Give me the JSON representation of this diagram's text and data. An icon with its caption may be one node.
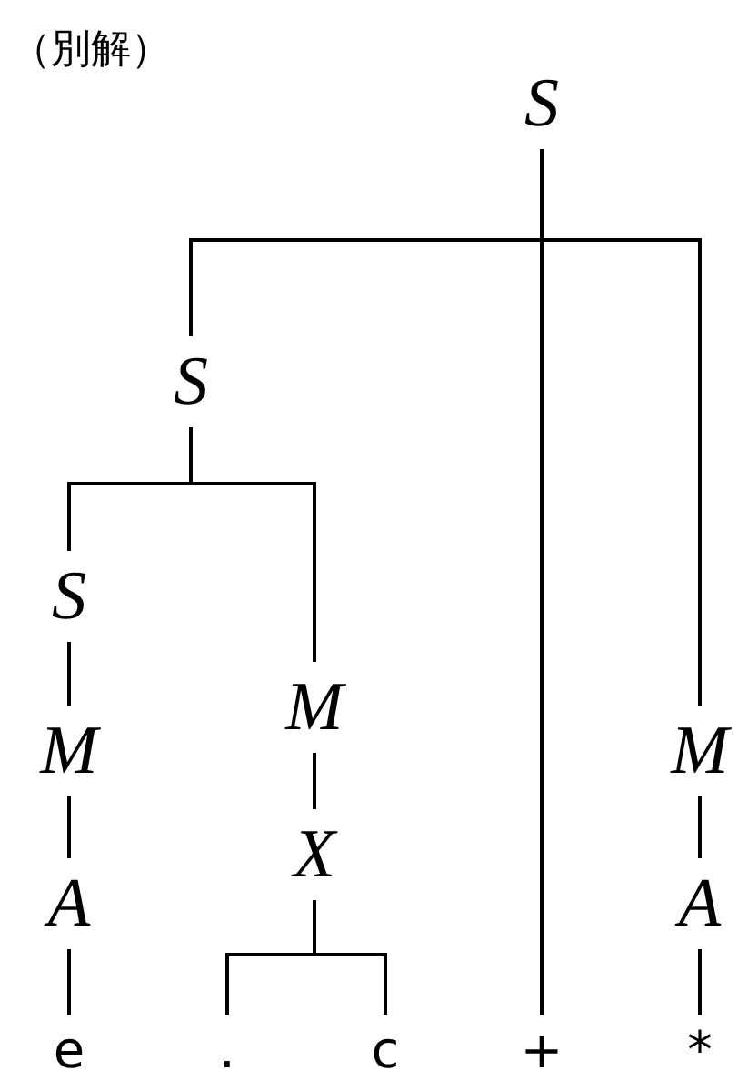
{
  "diagram": {
    "title": "（別解）",
    "nodes": [
      {
        "text": [
          "S"
        ]
      },
      {
        "text": [
          "S"
        ]
      },
      {
        "text": [
          "S"
        ]
      },
      {
        "text": [
          "M"
        ]
      },
      {
        "text": [
          "A"
        ]
      },
      {
        "text": [
          "e"
        ]
      },
      {
        "text": [
          "M"
        ]
      },
      {
        "text": [
          "X"
        ]
      },
      {
        "text": [
          "."
        ]
      },
      {
        "text": [
          "c"
        ]
      },
      {
        "text": [
          "+"
        ]
      },
      {
        "text": [
          "M"
        ]
      },
      {
        "text": [
          "A"
        ]
      },
      {
        "text": [
          "*"
        ]
      }
    ],
    "edges": [
      {
        "from": 0,
        "to": 1,
        "arrow": "none"
      },
      {
        "from": 0,
        "to": 10,
        "arrow": "none"
      },
      {
        "from": 0,
        "to": 11,
        "arrow": "none"
      },
      {
        "from": 1,
        "to": 2,
        "arrow": "none"
      },
      {
        "from": 1,
        "to": 6,
        "arrow": "none"
      },
      {
        "from": 2,
        "to": 3,
        "arrow": "none"
      },
      {
        "from": 3,
        "to": 4,
        "arrow": "none"
      },
      {
        "from": 4,
        "to": 5,
        "arrow": "none"
      },
      {
        "from": 6,
        "to": 7,
        "arrow": "none"
      },
      {
        "from": 7,
        "to": 8,
        "arrow": "none"
      },
      {
        "from": 7,
        "to": 9,
        "arrow": "none"
      },
      {
        "from": 11,
        "to": 12,
        "arrow": "none"
      },
      {
        "from": 12,
        "to": 13,
        "arrow": "none"
      }
    ]
  }
}
